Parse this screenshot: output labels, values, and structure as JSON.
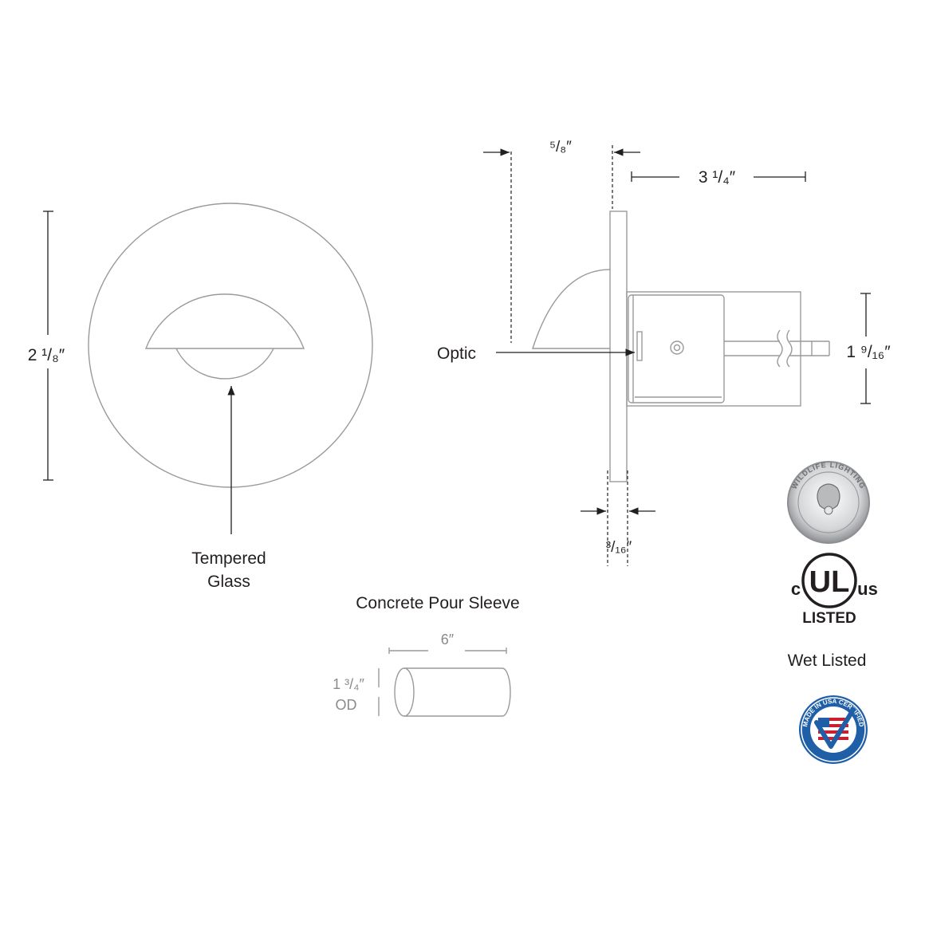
{
  "front_view": {
    "height_dim": "2 ¹/₈″",
    "glass_callout_line1": "Tempered",
    "glass_callout_line2": "Glass"
  },
  "side_view": {
    "dim_five_eighths": "⁵/₈″",
    "dim_depth": "3 ¹/₄″",
    "dim_housing": "1 ⁹/₁₆″",
    "dim_plate": "³/₁₆″",
    "optic_label": "Optic"
  },
  "sleeve": {
    "title": "Concrete Pour Sleeve",
    "length": "6″",
    "diameter": "1 ³/₄″",
    "od": "OD"
  },
  "badges": {
    "wildlife_text": "WILDLIFE LIGHTING",
    "ul_c": "c",
    "ul_mark": "UL",
    "ul_us": "us",
    "ul_listed": "LISTED",
    "wet_listed": "Wet Listed",
    "usa_text": "MADE IN USA CERTIFIED",
    "colors": {
      "usa_ring": "#1f5fa8",
      "usa_flag_red": "#c8202f",
      "check_blue": "#1f5fa8",
      "medal_grey": "#a7a9ac"
    }
  }
}
